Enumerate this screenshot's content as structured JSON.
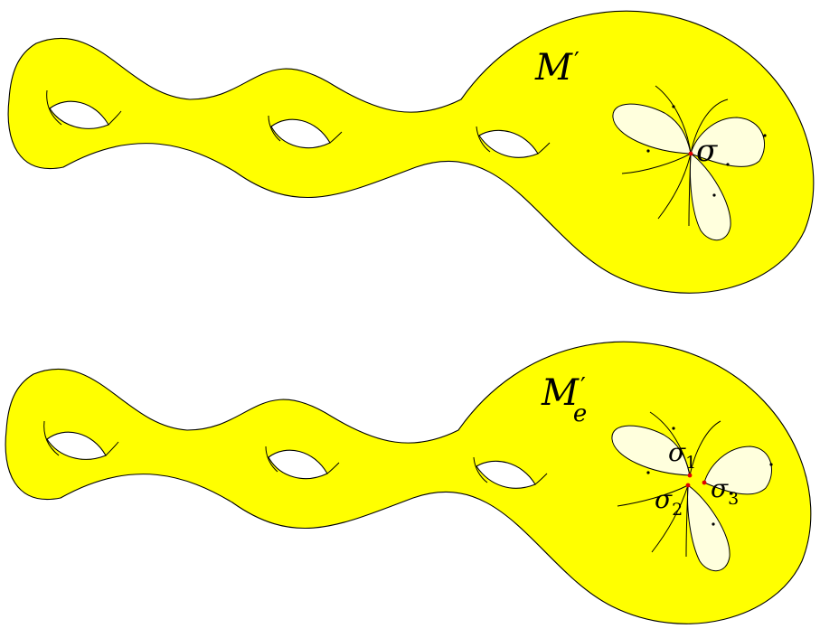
{
  "panels": [
    {
      "label_main": "M",
      "label_sub": "",
      "singular_points": [
        {
          "symbol": "σ",
          "index": ""
        }
      ]
    },
    {
      "label_main": "M",
      "label_sub": "e",
      "singular_points": [
        {
          "symbol": "σ",
          "index": "1"
        },
        {
          "symbol": "σ",
          "index": "2"
        },
        {
          "symbol": "σ",
          "index": "3"
        }
      ]
    }
  ],
  "colors": {
    "surface": "#ffff00",
    "petal": "#ffffdd",
    "singular_point": "#e00000"
  }
}
